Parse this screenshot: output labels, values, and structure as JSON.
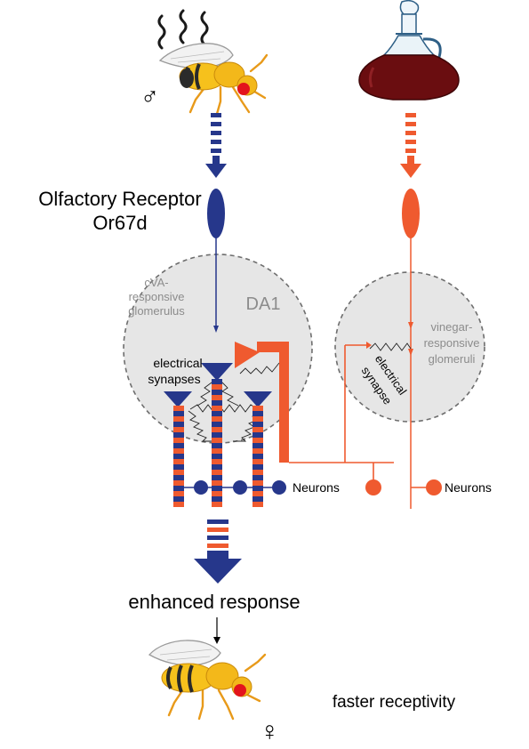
{
  "labels": {
    "receptor_line1": "Olfactory Receptor",
    "receptor_line2": "Or67d",
    "cva_line1": "cVA-",
    "cva_line2": "responsive",
    "cva_line3": "glomerulus",
    "da1": "DA1",
    "elec_line1": "electrical",
    "elec_line2": "synapses",
    "vinegar_line1": "vinegar-",
    "vinegar_line2": "responsive",
    "vinegar_line3": "glomeruli",
    "vinegar_syn_line1": "electrical",
    "vinegar_syn_line2": "synapse",
    "neurons_left": "Neurons",
    "neurons_right": "Neurons",
    "enhanced": "enhanced response",
    "receptivity": "faster receptivity"
  },
  "symbols": {
    "male": "♂",
    "female": "♀"
  },
  "colors": {
    "blue": "#26378b",
    "orange": "#ef5a2f",
    "glomerulus_fill": "#e6e6e6",
    "glomerulus_stroke": "#6e6e6e",
    "label_gray": "#8c8c8c",
    "vinegar_liquid": "#6a0d10",
    "fly_body": "#f6c11c",
    "fly_eye": "#e3141c"
  }
}
